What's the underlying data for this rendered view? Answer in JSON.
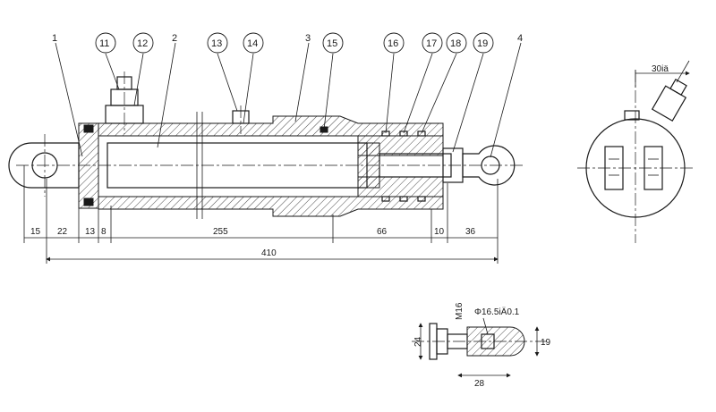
{
  "part_labels": [
    "1",
    "2",
    "3",
    "4",
    "11",
    "12",
    "13",
    "14",
    "15",
    "16",
    "17",
    "18",
    "19"
  ],
  "dimensions_main": [
    "15",
    "22",
    "13",
    "8",
    "255",
    "66",
    "10",
    "36"
  ],
  "dimension_total": "410",
  "end_view": {
    "angle_label": "30iä"
  },
  "detail": {
    "thread_label": "M16",
    "diameter_label": "Φ16.5iÄ0.1",
    "dim_height_left": "24",
    "dim_height_right": "19",
    "dim_length": "28"
  }
}
